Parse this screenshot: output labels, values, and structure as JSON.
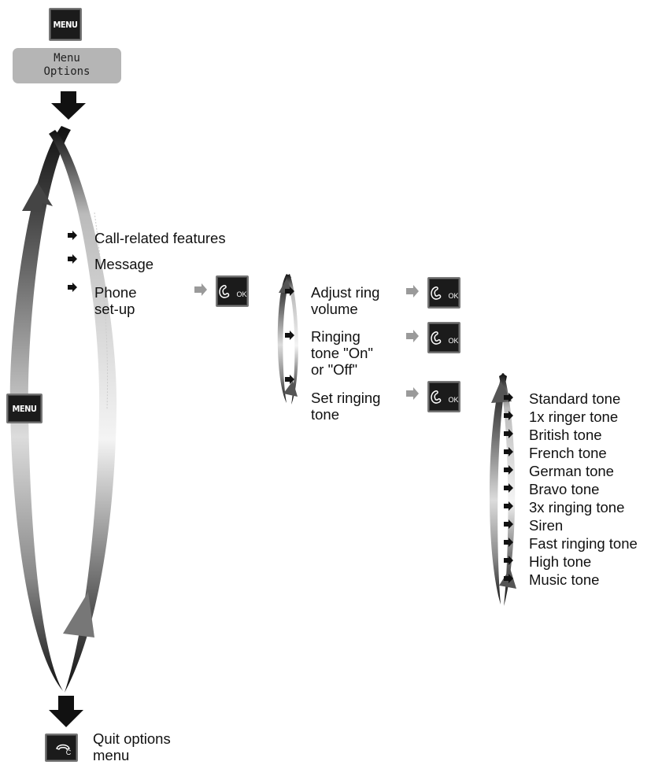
{
  "keys": {
    "menu": "MENU",
    "ok": "OK",
    "c": "C"
  },
  "display": {
    "line1": "Menu",
    "line2": "Options"
  },
  "main_menu": {
    "items": [
      "Call-related features",
      "Message",
      "Phone\nset-up"
    ]
  },
  "phone_setup": {
    "items": [
      "Adjust ring\nvolume",
      "Ringing\ntone \"On\"\nor \"Off\"",
      "Set ringing\ntone"
    ]
  },
  "ringing_tones": [
    "Standard tone",
    "1x ringer tone",
    "British tone",
    "French tone",
    "German tone",
    "Bravo tone",
    "3x ringing tone",
    "Siren",
    "Fast ringing tone",
    "High tone",
    "Music tone"
  ],
  "quit": "Quit options\nmenu"
}
